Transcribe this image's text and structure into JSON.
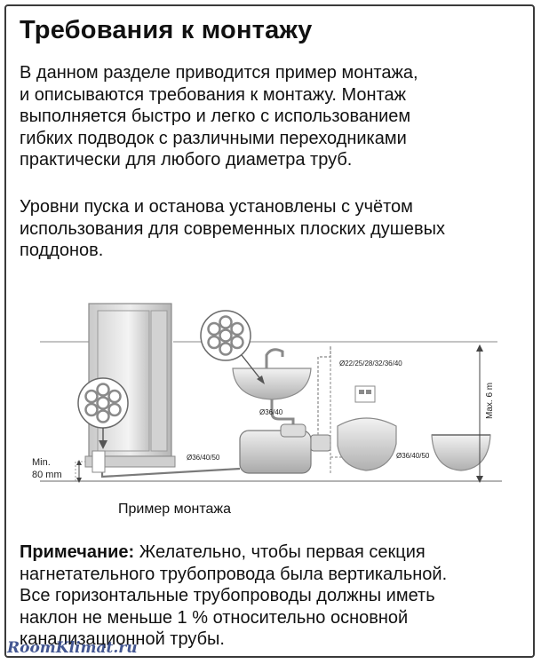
{
  "title": "Требования к монтажу",
  "paragraphs": [
    [
      "В данном разделе приводится пример монтажа,",
      "и описываются требования к монтажу. Монтаж",
      "выполняется быстро и легко с использованием",
      "гибких подводок с различными переходниками",
      "практически для любого диаметра труб."
    ],
    [
      "Уровни пуска и останова установлены с учётом",
      "использования для современных плоских душевых",
      "поддонов."
    ]
  ],
  "diagram": {
    "label_min": "Min.",
    "label_min_value": "80 mm",
    "label_pipe_1": "Ø36/40/50",
    "label_pipe_2": "Ø36/40",
    "label_pipe_3": "Ø22/25/28/32/36/40",
    "label_pipe_4": "Ø36/40/50",
    "label_max": "Max. 6 m"
  },
  "caption": "Пример монтажа",
  "note": {
    "label": "Примечание:",
    "lines": [
      "Желательно, чтобы первая секция",
      "нагнетательного трубопровода была вертикальной.",
      "Все горизонтальные трубопроводы должны иметь",
      "наклон не меньше 1 % относительно основной",
      "канализационной трубы."
    ]
  },
  "watermark": "RoomKlimat.ru",
  "colors": {
    "text": "#111111",
    "diagram_gray": "#8a8a8a",
    "watermark": "#2a3f82"
  }
}
